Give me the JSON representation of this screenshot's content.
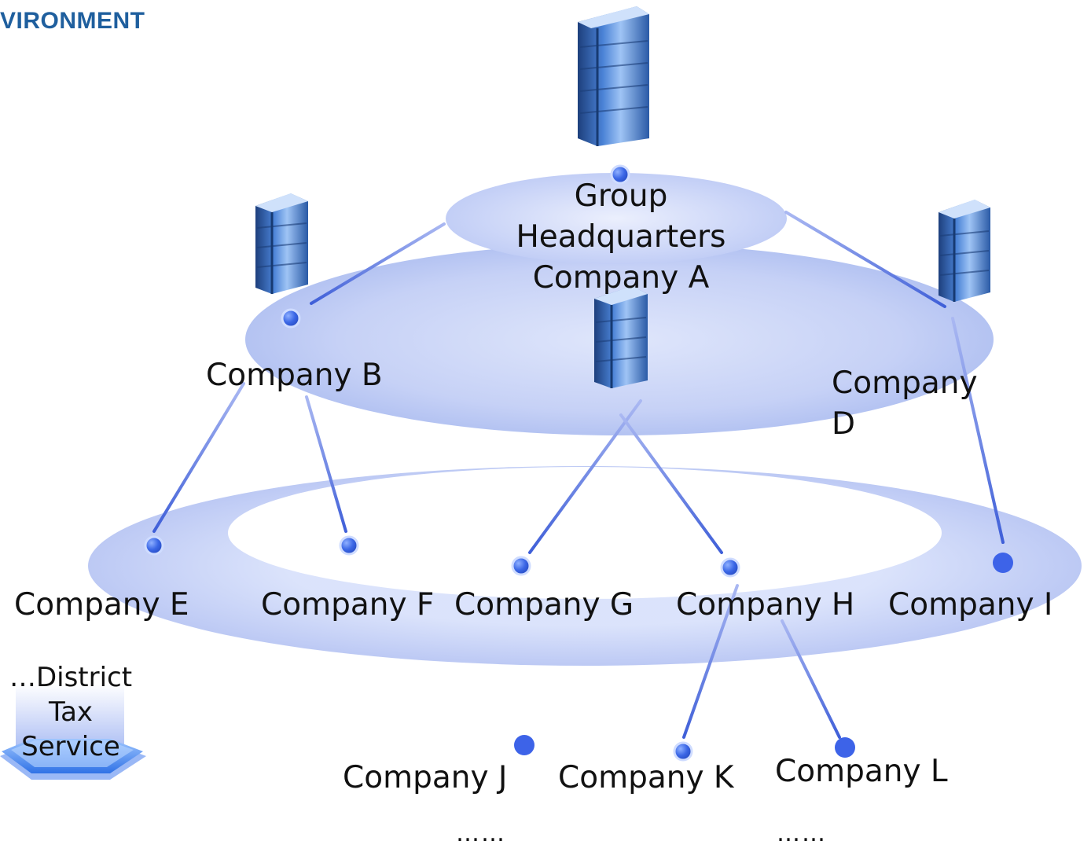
{
  "header": {
    "title": "VIRONMENT"
  },
  "nodes": {
    "hq": [
      "Group",
      "Headquarters",
      "Company A"
    ],
    "b": "Company B",
    "d": [
      "Company",
      "D"
    ],
    "e": "Company E",
    "f": "Company F",
    "g": "Company G",
    "h": "Company H",
    "i": "Company I",
    "j": "Company J",
    "k": "Company K",
    "l": "Company L"
  },
  "continuation": [
    "……",
    "……"
  ],
  "tax": [
    "…District",
    "Tax",
    "Service"
  ],
  "icons": [
    "server-icon",
    "hexagon-platform-icon"
  ],
  "colors": {
    "accent": "#3f6fe0",
    "title": "#1f5f9e",
    "ellipse": "#b8c6f5",
    "node": "#3b67e6"
  }
}
